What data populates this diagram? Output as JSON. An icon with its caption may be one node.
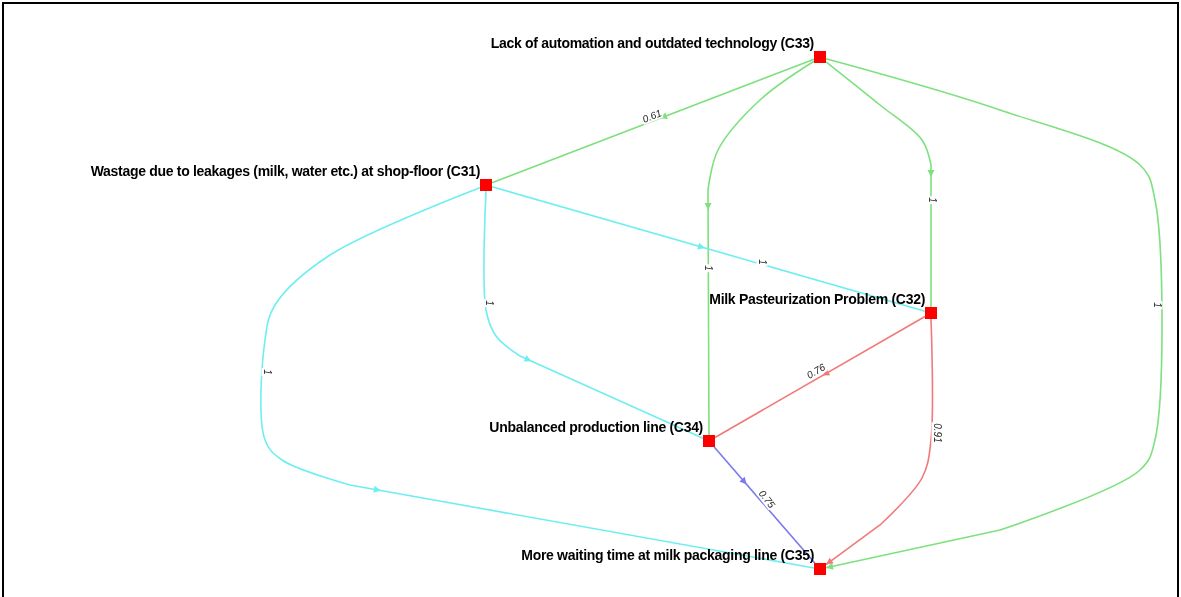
{
  "diagram": {
    "nodes": [
      {
        "text": [],
        "shape": "box",
        "beside": [
          "Lack of automation and outdated technology (C33)"
        ]
      },
      {
        "text": [],
        "shape": "box",
        "beside": [
          "Wastage due to leakages (milk, water etc.) at shop-floor (C31)"
        ]
      },
      {
        "text": [],
        "shape": "box",
        "beside": [
          "Milk Pasteurization Problem (C32)"
        ]
      },
      {
        "text": [],
        "shape": "box",
        "beside": [
          "Unbalanced production line (C34)"
        ]
      },
      {
        "text": [],
        "shape": "box",
        "beside": [
          "More waiting time at milk packaging line (C35)"
        ]
      }
    ],
    "edges": [
      {
        "from": 0,
        "to": 1,
        "arrow": "to",
        "label": "0.61",
        "color": "#7ee07e"
      },
      {
        "from": 0,
        "to": 3,
        "arrow": "to",
        "label": "1",
        "color": "#7ee07e"
      },
      {
        "from": 0,
        "to": 2,
        "arrow": "to",
        "label": "1",
        "color": "#7ee07e"
      },
      {
        "from": 0,
        "to": 4,
        "arrow": "to",
        "label": "1",
        "color": "#7ee07e"
      },
      {
        "from": 1,
        "to": 2,
        "arrow": "to",
        "label": "1",
        "color": "#6eeef0"
      },
      {
        "from": 1,
        "to": 3,
        "arrow": "to",
        "label": "1",
        "color": "#6eeef0"
      },
      {
        "from": 1,
        "to": 4,
        "arrow": "to",
        "label": "1",
        "color": "#6eeef0"
      },
      {
        "from": 2,
        "to": 3,
        "arrow": "to",
        "label": "0.76",
        "color": "#f07a7a"
      },
      {
        "from": 2,
        "to": 4,
        "arrow": "to",
        "label": "0.91",
        "color": "#f07a7a"
      },
      {
        "from": 3,
        "to": 4,
        "arrow": "to",
        "label": "0.75",
        "color": "#7a7aee"
      }
    ]
  }
}
